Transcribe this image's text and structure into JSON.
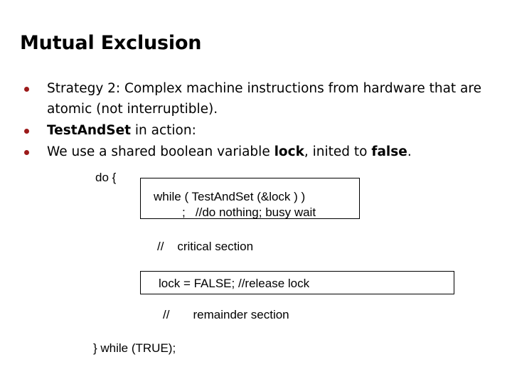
{
  "slide": {
    "title": "Mutual Exclusion",
    "bullet_color": "#9C1A1A",
    "text_color": "#000000",
    "background": "#ffffff",
    "bullets": [
      {
        "id": "strategy",
        "text": "Strategy 2: Complex machine instructions from hardware that are atomic (not interruptible)."
      },
      {
        "id": "testandset-in-action",
        "text_html": "<b>TestAndSet</b> in action:"
      },
      {
        "id": "shared-boolean-lock",
        "text_html": "We use a shared boolean variable <b>lock</b>, inited to <b>false</b>."
      }
    ],
    "code": {
      "do_open": "do {",
      "do_close": "} while (TRUE);",
      "while_box": {
        "line1": "while ( TestAndSet (&lock ) )",
        "line2": ";   //do nothing; busy wait"
      },
      "critical_section": "//    critical section",
      "release_box": {
        "line1": "lock = FALSE; //release lock"
      },
      "remainder_section": "//       remainder section"
    }
  }
}
